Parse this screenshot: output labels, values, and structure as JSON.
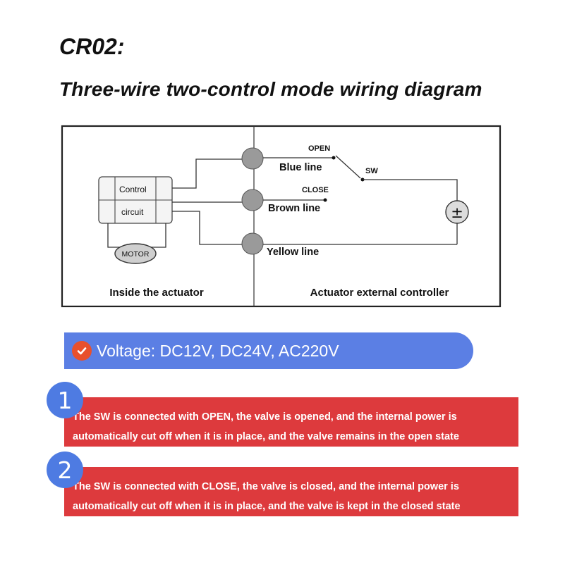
{
  "title": "CR02:",
  "subtitle": "Three-wire two-control mode wiring diagram",
  "diagram": {
    "control_label": "Control",
    "circuit_label": "circuit",
    "motor_label": "MOTOR",
    "open_label": "OPEN",
    "close_label": "CLOSE",
    "sw_label": "SW",
    "blue_line": "Blue line",
    "brown_line": "Brown line",
    "yellow_line": "Yellow line",
    "power_symbol": "±",
    "inside_caption": "Inside the actuator",
    "external_caption": "Actuator external controller"
  },
  "voltage": {
    "text": "Voltage: DC12V, DC24V, AC220V",
    "check_icon": "checkmark-icon",
    "bar_color": "#5b7fe4",
    "check_color": "#e8502d"
  },
  "notes": [
    {
      "number": "1",
      "line1": "The SW is connected with OPEN, the valve is opened, and the internal power is",
      "line2": "automatically cut off when it is in place, and the valve remains in the open state"
    },
    {
      "number": "2",
      "line1": "The SW is connected with CLOSE, the valve is closed, and the internal power is",
      "line2": "automatically cut off when it is in place, and the valve is kept in the closed state"
    }
  ],
  "colors": {
    "note_bg": "#dd3a3d",
    "number_badge": "#4e7be2"
  }
}
